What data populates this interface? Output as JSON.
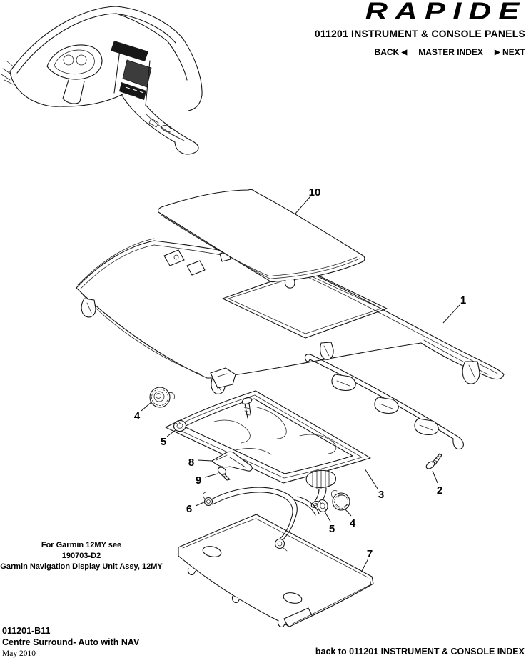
{
  "header": {
    "logo": "RAPIDE",
    "title": "011201 INSTRUMENT & CONSOLE PANELS",
    "nav": {
      "back_label": "BACK",
      "back_arrow": "◀",
      "master_index_label": "MASTER INDEX",
      "next_arrow": "▶",
      "next_label": "NEXT"
    }
  },
  "note": {
    "line1": "For Garmin 12MY see",
    "line2": "190703-D2",
    "line3": "Garmin Navigation Display Unit Assy, 12MY"
  },
  "footer": {
    "part_number": "011201-B11",
    "part_name": "Centre Surround- Auto with NAV",
    "date": "May 2010",
    "back_link": "back to 011201 INSTRUMENT & CONSOLE INDEX"
  },
  "callouts": [
    {
      "label": "10"
    },
    {
      "label": "1"
    },
    {
      "label": "4"
    },
    {
      "label": "5"
    },
    {
      "label": "8"
    },
    {
      "label": "9"
    },
    {
      "label": "3"
    },
    {
      "label": "2"
    },
    {
      "label": "6"
    },
    {
      "label": "5"
    },
    {
      "label": "4"
    },
    {
      "label": "7"
    }
  ],
  "colors": {
    "ink": "#141414",
    "paper": "#ffffff"
  }
}
